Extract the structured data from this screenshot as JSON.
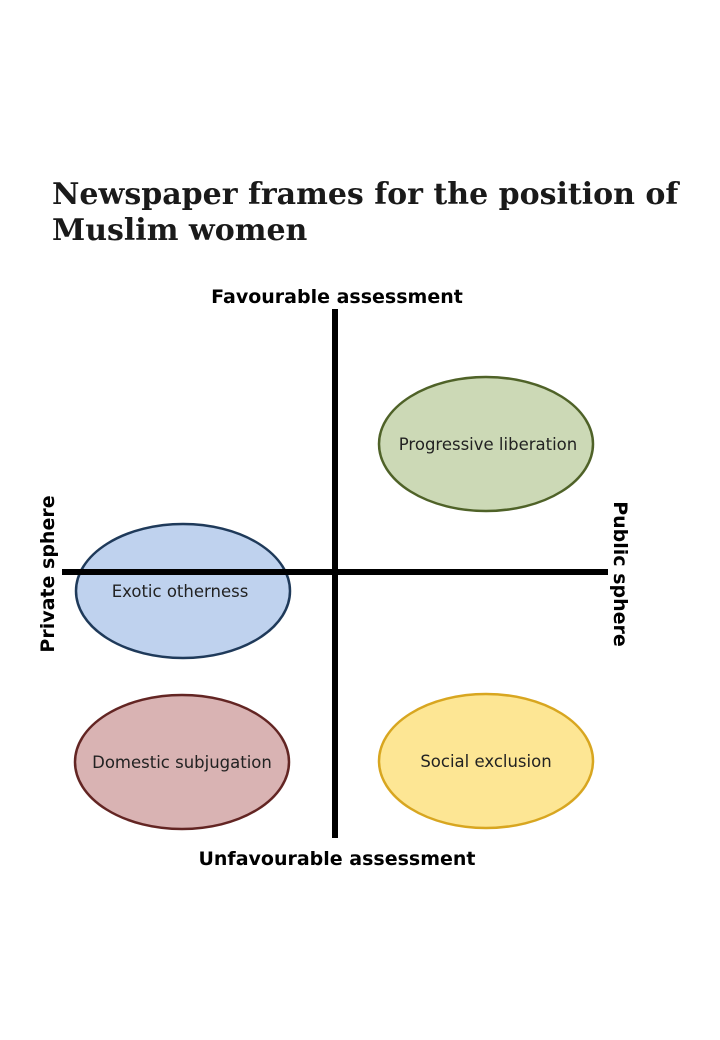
{
  "title": {
    "line1": "Newspaper frames for the position of",
    "line2": "Muslim women"
  },
  "axes": {
    "top": "Favourable assessment",
    "bottom": "Unfavourable assessment",
    "left": "Private sphere",
    "right": "Public sphere"
  },
  "frames": [
    {
      "key": "progressive",
      "label": "Progressive  liberation",
      "fill": "#ccd9b6",
      "stroke": "#4f6228"
    },
    {
      "key": "exotic",
      "label": "Exotic otherness",
      "fill": "#bfd2ee",
      "stroke": "#1f3a5a"
    },
    {
      "key": "domestic",
      "label": "Domestic subjugation",
      "fill": "#d9b3b3",
      "stroke": "#632523"
    },
    {
      "key": "social",
      "label": "Social exclusion",
      "fill": "#fde694",
      "stroke": "#d8a620"
    }
  ]
}
